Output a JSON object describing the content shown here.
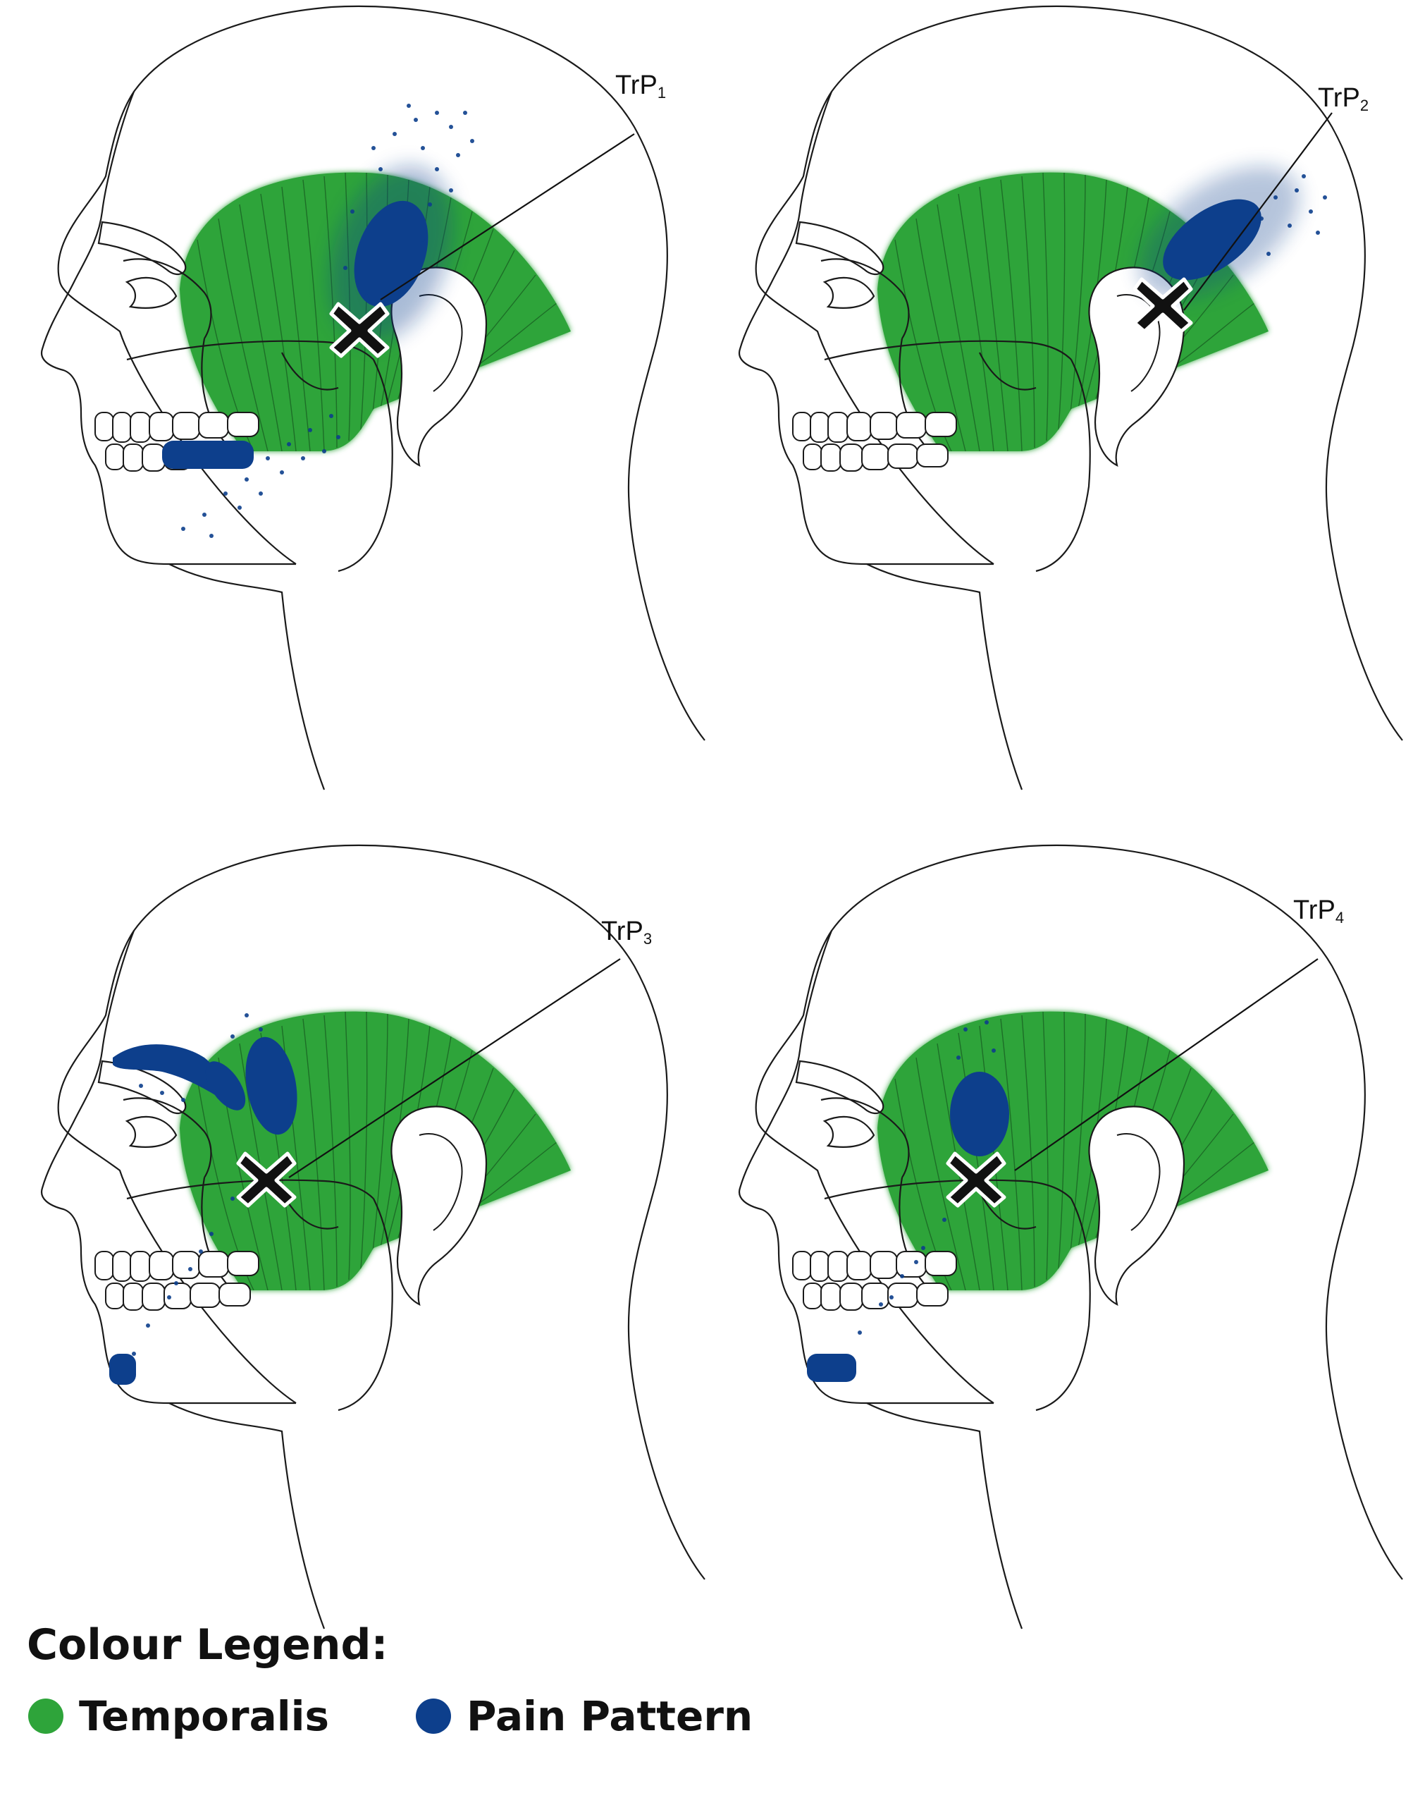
{
  "colors": {
    "temporalis": "#2ea43a",
    "pain": "#0d3f8c",
    "outline": "#1a1a1a",
    "x_fill": "#111111"
  },
  "panels": [
    {
      "trp_base": "TrP",
      "trp_sub": "1"
    },
    {
      "trp_base": "TrP",
      "trp_sub": "2"
    },
    {
      "trp_base": "TrP",
      "trp_sub": "3"
    },
    {
      "trp_base": "TrP",
      "trp_sub": "4"
    }
  ],
  "legend": {
    "title": "Colour Legend:",
    "items": [
      {
        "label": "Temporalis",
        "color": "#2ea43a"
      },
      {
        "label": "Pain Pattern",
        "color": "#0d3f8c"
      }
    ]
  }
}
